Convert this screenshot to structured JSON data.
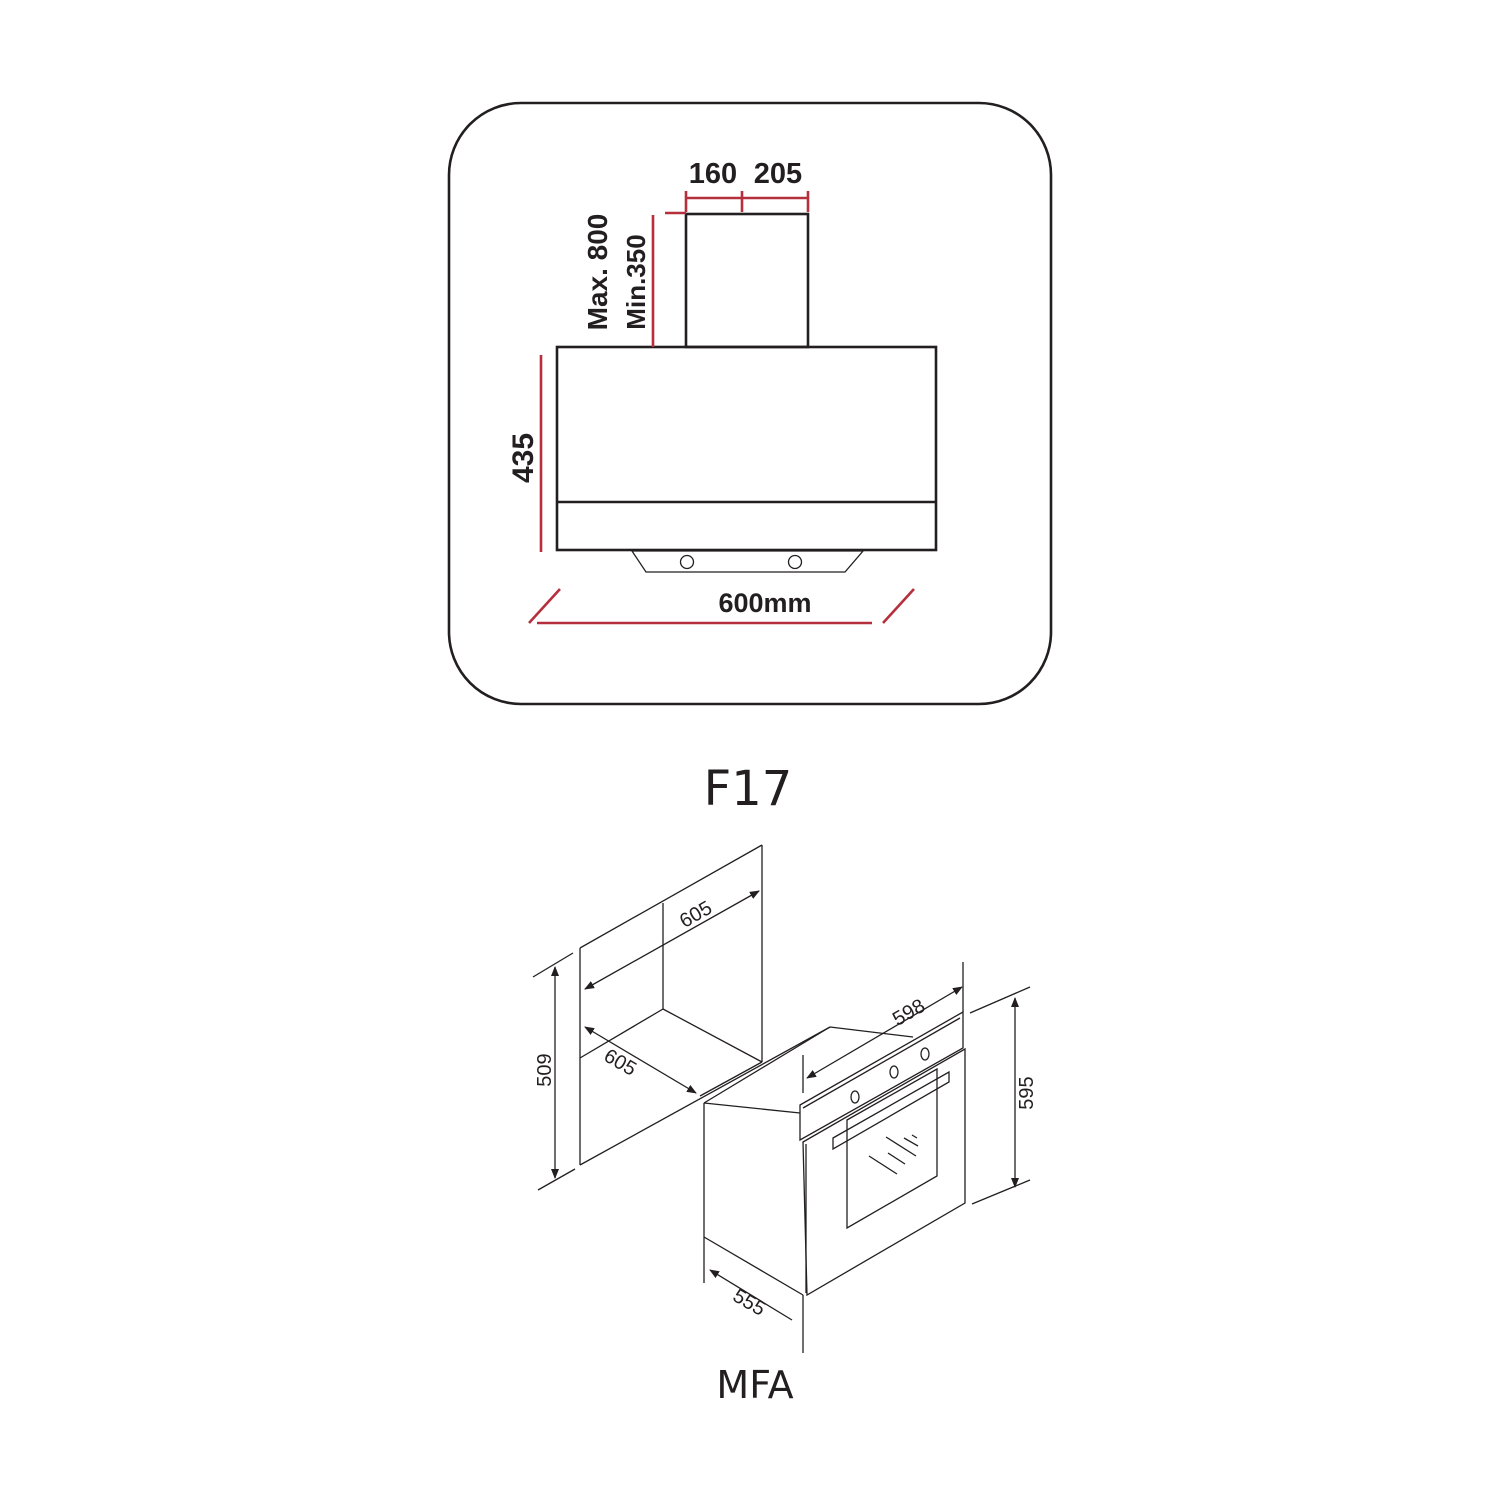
{
  "colors": {
    "line": "#231f20",
    "dimension_red": "#b5303c",
    "background": "#ffffff"
  },
  "hood": {
    "model": "F17",
    "chimney_width_left": "160",
    "chimney_width_right": "205",
    "chimney_height_max": "Max. 800",
    "chimney_height_min": "Min.350",
    "body_height": "435",
    "width": "600mm"
  },
  "oven": {
    "model": "MFA",
    "niche_width": "605",
    "niche_depth": "605",
    "niche_height": "509",
    "oven_width": "598",
    "oven_height": "595",
    "oven_depth": "555"
  }
}
